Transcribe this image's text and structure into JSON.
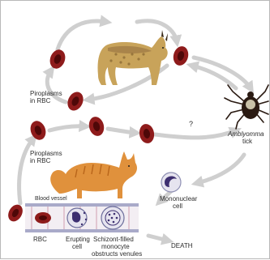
{
  "labels": {
    "piroplasms_top_1": "Piroplasms",
    "piroplasms_top_2": "in RBC",
    "piroplasms_mid_1": "Piroplasms",
    "piroplasms_mid_2": "in RBC",
    "question": "?",
    "tick_1": "Amblyomma",
    "tick_2": "tick",
    "mononuclear_1": "Mononuclear",
    "mononuclear_2": "cell",
    "blood_vessel": "Blood vessel",
    "rbc": "RBC",
    "erupting_1": "Erupting",
    "erupting_2": "cell",
    "schizont_1": "Schizont-filled",
    "schizont_2": "monocyte",
    "schizont_3": "obstructs venules",
    "death": "DEATH"
  },
  "colors": {
    "arrow": "#cfcfcf",
    "rbc": "#8e1b1b",
    "rbc_dark": "#4e0808",
    "vessel": "#a9aac9",
    "bobcat": "#c8a35a",
    "cat": "#e0913c",
    "tick": "#2a1a12"
  },
  "icons": [
    "bobcat-illustration",
    "domestic-cat-illustration",
    "tick-icon",
    "red-blood-cell-icon",
    "mononuclear-cell-icon",
    "schizont-cell-icon"
  ]
}
